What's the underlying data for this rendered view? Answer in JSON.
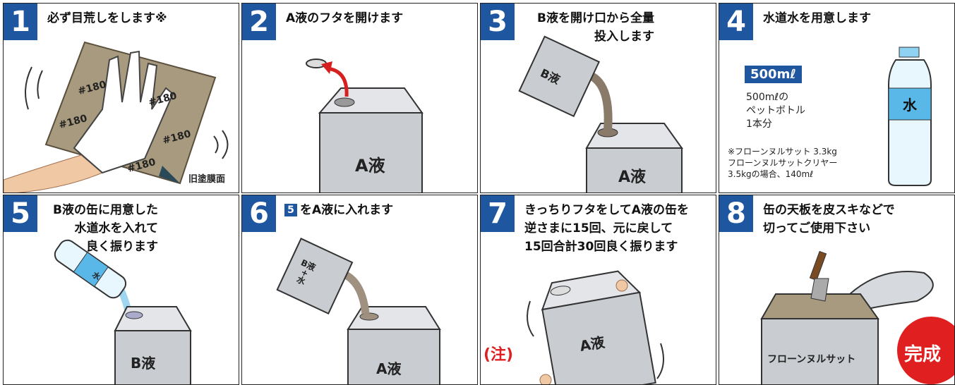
{
  "colors": {
    "accent": "#1e56a0",
    "red": "#e02020",
    "can": "#c9ccd0",
    "paper": "#a89a7e"
  },
  "steps": [
    {
      "num": "1",
      "title": "必ず目荒しをします※",
      "label": "旧塗膜面",
      "marks": [
        "#180",
        "#180",
        "#180",
        "#180",
        "#180"
      ]
    },
    {
      "num": "2",
      "title": "A液のフタを開けます",
      "can": "A液"
    },
    {
      "num": "3",
      "title": "B液を開け口から全量\n投入します",
      "can": "A液",
      "small_can": "B液"
    },
    {
      "num": "4",
      "title": "水道水を用意します",
      "badge": "500mℓ",
      "desc": "500mℓの\nペットボトル\n1本分",
      "note": "※フローンヌルサット 3.3kg\nフローンヌルサットクリヤー\n3.5kgの場合、140mℓ",
      "bottle": "水"
    },
    {
      "num": "5",
      "title": "B液の缶に用意した\n水道水を入れて\n良く振ります",
      "can": "B液",
      "bottle": "水"
    },
    {
      "num": "6",
      "title_badge": "5",
      "title": "をA液に入れます",
      "can": "A液",
      "small_can": "B液\n+\n水"
    },
    {
      "num": "7",
      "title": "きっちりフタをしてA液の缶を\n逆さまに15回、元に戻して\n15回合計30回良く振ります",
      "can": "A液",
      "warn": "(注)"
    },
    {
      "num": "8",
      "title": "缶の天板を皮スキなどで\n切ってご使用下さい",
      "can": "フローンヌルサット",
      "done": "完成"
    }
  ]
}
